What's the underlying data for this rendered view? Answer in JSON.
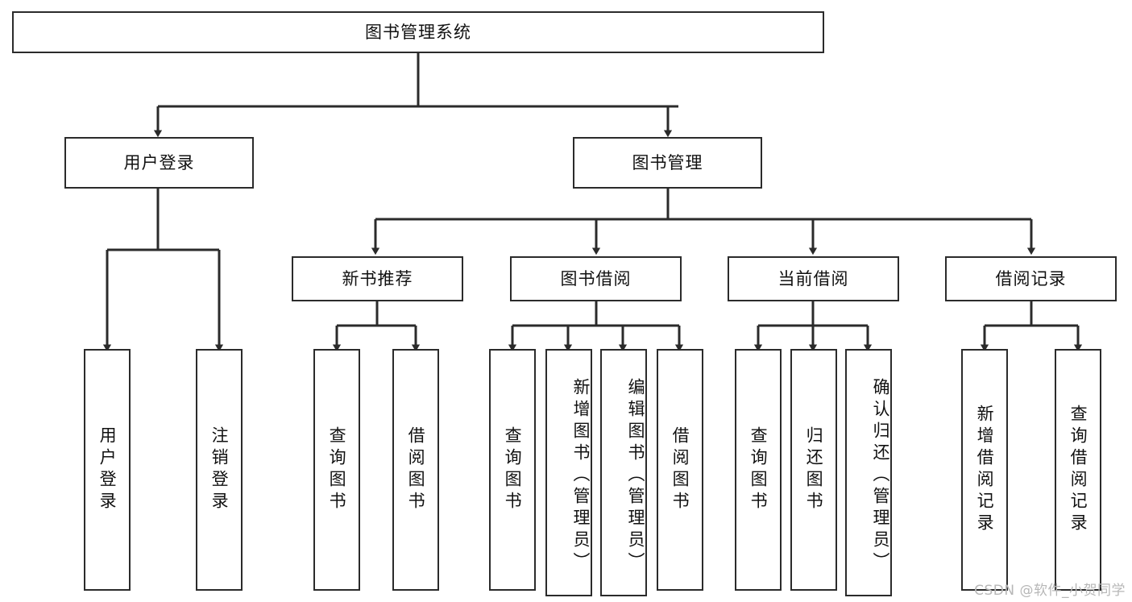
{
  "diagram": {
    "title": "图书管理系统",
    "type": "tree-hierarchy-chart",
    "watermark": "CSDN @软件_小贺同学",
    "colors": {
      "stroke": "#2b2b2b",
      "fill": "#ffffff",
      "text": "#111111",
      "watermark": "#b7b7b7"
    },
    "nodes": {
      "root": {
        "label": "图书管理系统"
      },
      "level2": [
        {
          "id": "user-login",
          "label": "用户登录"
        },
        {
          "id": "book-manage",
          "label": "图书管理"
        }
      ],
      "level3": [
        {
          "id": "new-book-recommend",
          "label": "新书推荐"
        },
        {
          "id": "book-borrow",
          "label": "图书借阅"
        },
        {
          "id": "current-borrow",
          "label": "当前借阅"
        },
        {
          "id": "borrow-record",
          "label": "借阅记录"
        }
      ],
      "leaves": [
        {
          "id": "leaf-user-login",
          "label": "用户登录",
          "parent": "user-login"
        },
        {
          "id": "leaf-logout-login",
          "label": "注销登录",
          "parent": "user-login"
        },
        {
          "id": "leaf-query-book-1",
          "label": "查询图书",
          "parent": "new-book-recommend"
        },
        {
          "id": "leaf-borrow-book-1",
          "label": "借阅图书",
          "parent": "new-book-recommend"
        },
        {
          "id": "leaf-query-book-2",
          "label": "查询图书",
          "parent": "book-borrow"
        },
        {
          "id": "leaf-add-book",
          "label": "新增图书（管理员）",
          "parent": "book-borrow"
        },
        {
          "id": "leaf-edit-book",
          "label": "编辑图书（管理员）",
          "parent": "book-borrow"
        },
        {
          "id": "leaf-borrow-book-2",
          "label": "借阅图书",
          "parent": "book-borrow"
        },
        {
          "id": "leaf-query-book-3",
          "label": "查询图书",
          "parent": "current-borrow"
        },
        {
          "id": "leaf-return-book",
          "label": "归还图书",
          "parent": "current-borrow"
        },
        {
          "id": "leaf-confirm-return",
          "label": "确认归还（管理员）",
          "parent": "current-borrow"
        },
        {
          "id": "leaf-add-record",
          "label": "新增借阅记录",
          "parent": "borrow-record"
        },
        {
          "id": "leaf-query-record",
          "label": "查询借阅记录",
          "parent": "borrow-record"
        }
      ]
    }
  }
}
